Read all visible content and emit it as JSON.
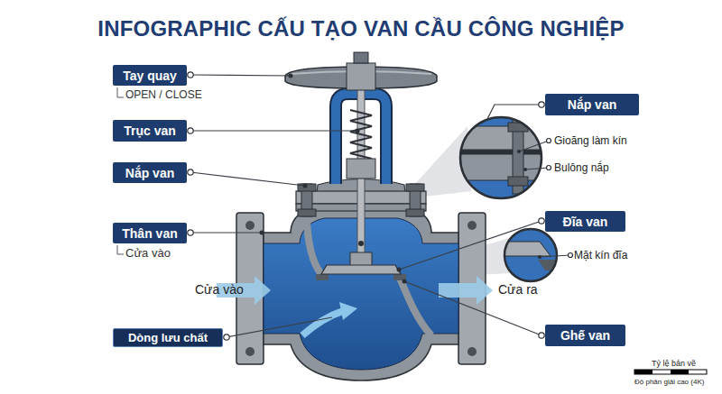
{
  "diagram": {
    "title": "INFOGRAPHIC CẤU TẠO VAN CẦU CÔNG NGHIỆP",
    "nodes": [
      {
        "text": [
          "Tay quay",
          "OPEN / CLOSE"
        ]
      },
      {
        "text": [
          "Nắp van"
        ]
      },
      {
        "text": [
          "Trục van"
        ]
      },
      {
        "text": [
          "Nắp van"
        ]
      },
      {
        "text": [
          "Đĩa van"
        ]
      },
      {
        "text": [
          "Thân van",
          "Cửa vào"
        ]
      },
      {
        "text": [
          "Dòng lưu chất"
        ]
      },
      {
        "text": [
          "Ghế van"
        ]
      }
    ],
    "labels": [
      "Gioăng làm kín",
      "Bulông nắp",
      "Mặt kín đĩa",
      "Cửa vào",
      "Cửa ra",
      "Tỷ lệ bản vẽ",
      "Độ phân giải cao (4K)"
    ]
  }
}
